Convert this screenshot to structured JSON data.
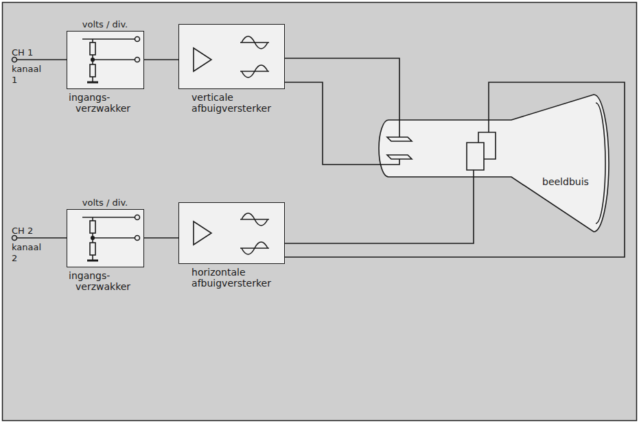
{
  "diagram": {
    "nodes": [
      {
        "text": [
          "volts / div.",
          "ingangs- verzwakker"
        ]
      },
      {
        "text": [
          "verticale afbuigversterker"
        ]
      },
      {
        "text": [
          "beeldbuis"
        ]
      },
      {
        "text": [
          "volts / div.",
          "ingangs- verzwakker"
        ]
      },
      {
        "text": [
          "horizontale afbuigversterker"
        ]
      }
    ],
    "edges": [
      {
        "from": 0,
        "to": 1,
        "arrow": "none"
      },
      {
        "from": 1,
        "to": 2,
        "arrow": "none"
      },
      {
        "from": 1,
        "to": 2,
        "arrow": "none"
      },
      {
        "from": 3,
        "to": 4,
        "arrow": "none"
      },
      {
        "from": 4,
        "to": 2,
        "arrow": "none"
      },
      {
        "from": 4,
        "to": 2,
        "arrow": "none"
      }
    ],
    "labels": [
      "CH 1",
      "kanaal 1",
      "CH 2",
      "kanaal 2"
    ]
  }
}
